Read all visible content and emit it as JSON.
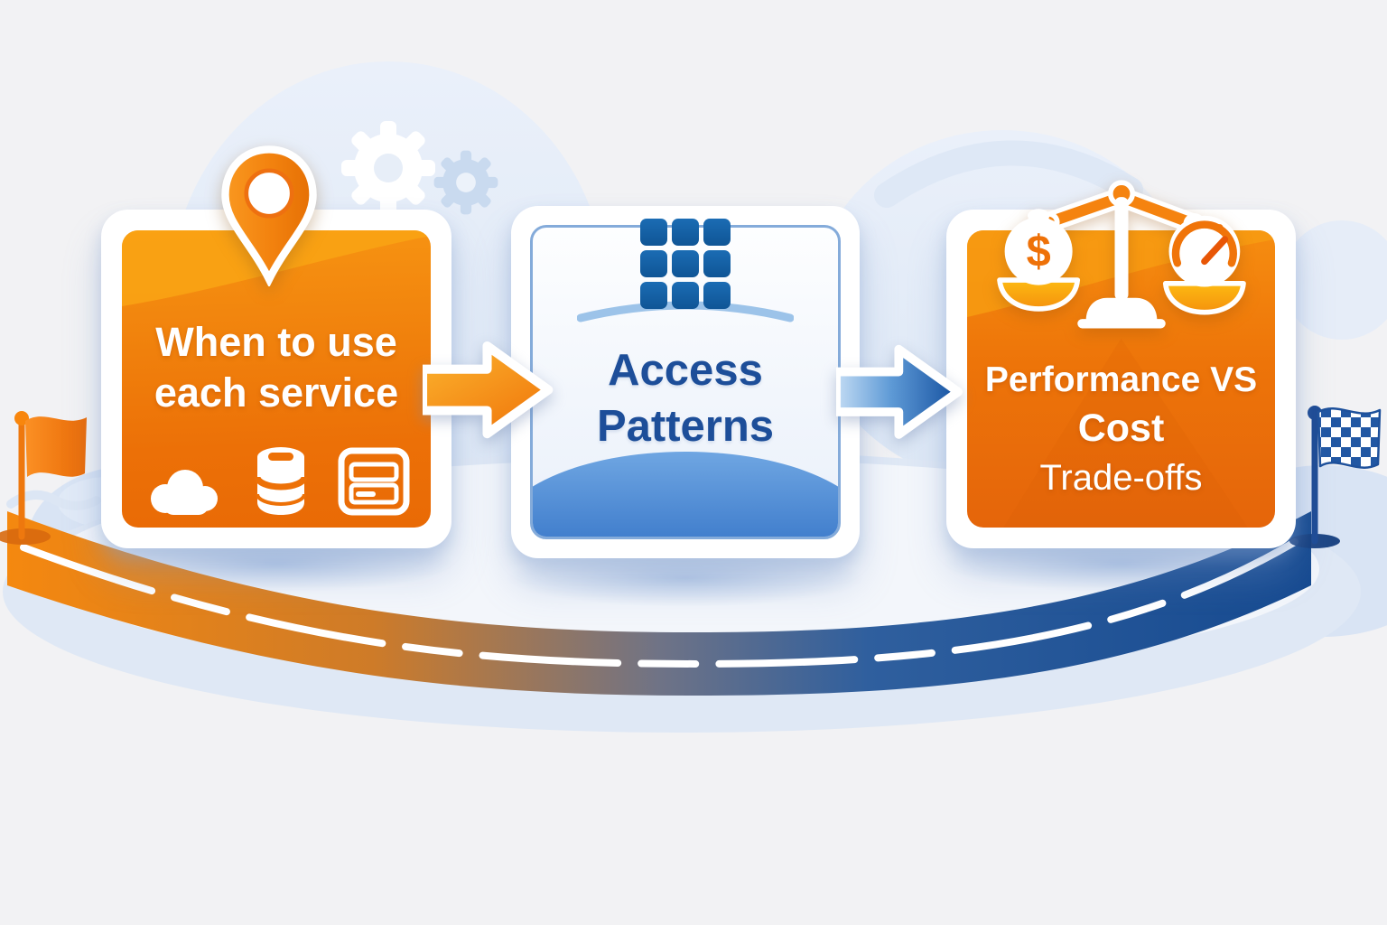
{
  "illustration": {
    "theme": "service-selection-roadmap",
    "background_color": "#F2F2F4"
  },
  "panels": {
    "service": {
      "lines": [
        "When to use",
        "each service"
      ],
      "text_color": "#FFFFFF",
      "bg_top": "#F79412",
      "bg_bottom": "#E96A05",
      "icons": [
        "location-pin-icon",
        "cloud-icon",
        "database-icon",
        "server-card-icon"
      ]
    },
    "access": {
      "lines": [
        "Access",
        "Patterns"
      ],
      "text_color": "#1D4E99",
      "border_color": "#84ABDA",
      "bg_top": "#FDFEFF",
      "bg_bottom": "#E9F0FA",
      "dome_color": "#2F6EC2",
      "icons": [
        "grid-icon"
      ]
    },
    "tradeoffs": {
      "lines": [
        "Performance VS",
        "Cost",
        "Trade-offs"
      ],
      "text_color": "#FFFFFF",
      "bg_top": "#F68D10",
      "bg_bottom": "#E5650A",
      "icons": [
        "balance-scale-icon",
        "money-bag-icon",
        "speedometer-icon"
      ],
      "dollar_glyph": "$"
    }
  },
  "connectors": {
    "arrow1": {
      "direction": "right",
      "color_start": "#FCB52F",
      "color_end": "#F0780C"
    },
    "arrow2": {
      "direction": "right",
      "color_start": "#C3DCF4",
      "color_end": "#15509F"
    }
  },
  "road": {
    "start_color": "#F5880F",
    "end_color": "#164A90",
    "center_line_color": "#FFFFFF",
    "start_marker": "orange-flag-icon",
    "finish_marker": "checkered-flag-icon"
  },
  "background": {
    "cloud_color": "#D9E4F4",
    "gear_icons": [
      "gear-icon",
      "gear-icon"
    ]
  }
}
